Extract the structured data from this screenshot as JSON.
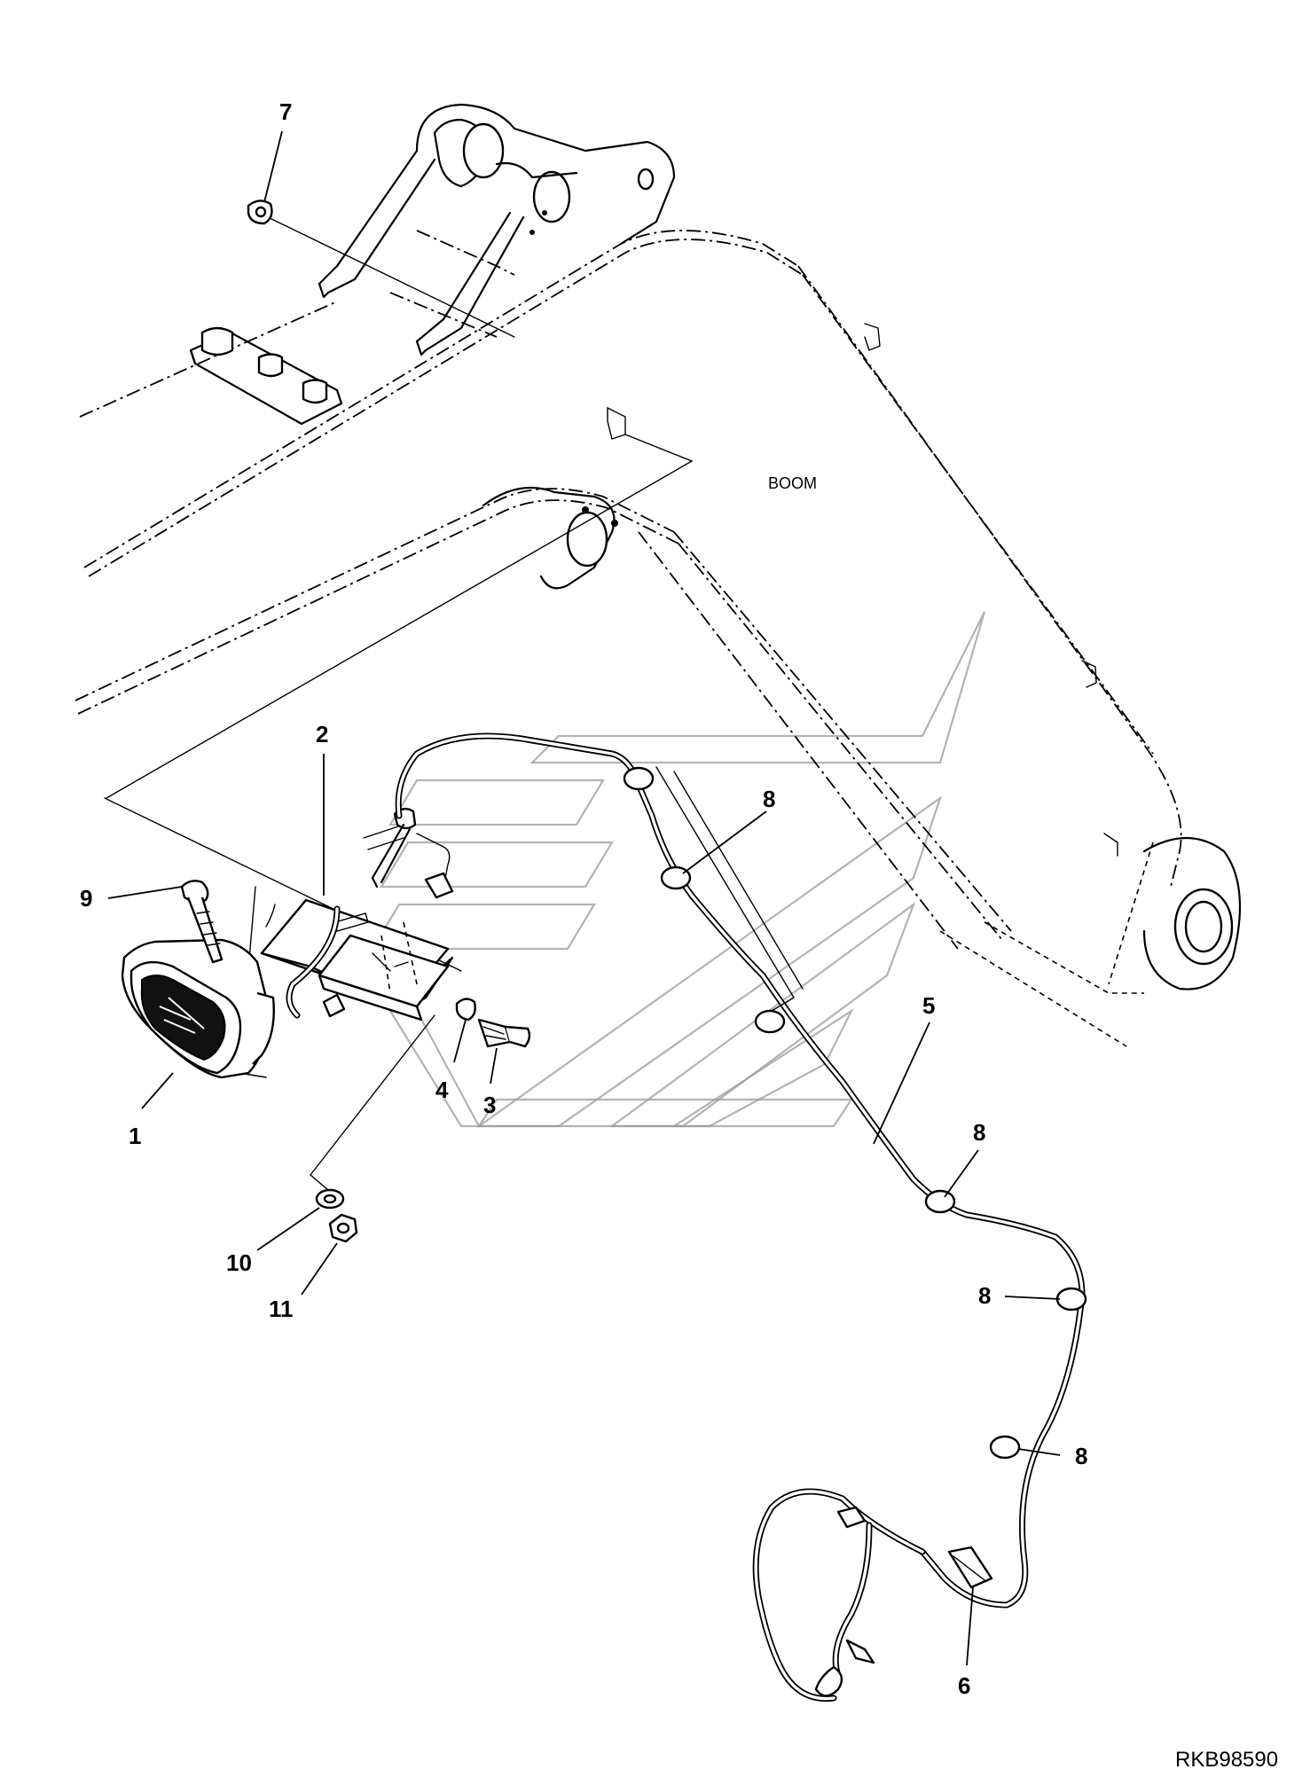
{
  "diagram": {
    "boom_label": "BOOM",
    "drawing_code": "RKB98590",
    "callouts": [
      {
        "id": "1",
        "text": "1"
      },
      {
        "id": "2",
        "text": "2"
      },
      {
        "id": "3",
        "text": "3"
      },
      {
        "id": "4",
        "text": "4"
      },
      {
        "id": "5",
        "text": "5"
      },
      {
        "id": "6",
        "text": "6"
      },
      {
        "id": "7",
        "text": "7"
      },
      {
        "id": "8a",
        "text": "8"
      },
      {
        "id": "8b",
        "text": "8"
      },
      {
        "id": "8c",
        "text": "8"
      },
      {
        "id": "8d",
        "text": "8"
      },
      {
        "id": "9",
        "text": "9"
      },
      {
        "id": "10",
        "text": "10"
      },
      {
        "id": "11",
        "text": "11"
      }
    ]
  }
}
